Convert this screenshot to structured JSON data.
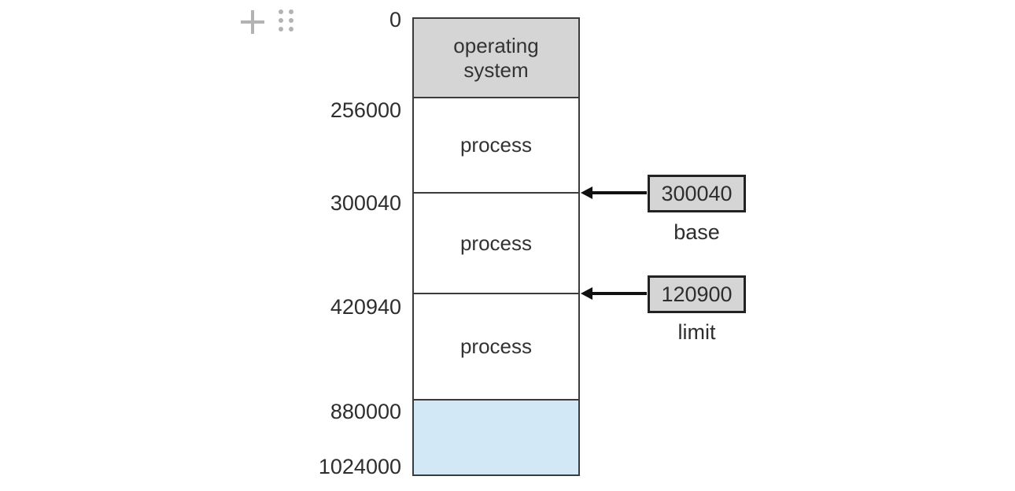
{
  "editor_controls": {
    "add_button": {
      "icon": "plus-icon"
    },
    "drag_handle": {
      "icon": "dots-grid-icon",
      "dot_rows": 3,
      "dot_cols": 2
    },
    "icon_color": "#b3b3b3"
  },
  "diagram": {
    "memory_column": {
      "address_labels": [
        "0",
        "256000",
        "300040",
        "420940",
        "880000",
        "1024000"
      ],
      "segments": [
        {
          "label": "operating system",
          "fill": "#d5d5d5"
        },
        {
          "label": "process",
          "fill": "#ffffff"
        },
        {
          "label": "process",
          "fill": "#ffffff"
        },
        {
          "label": "process",
          "fill": "#ffffff"
        },
        {
          "label": "",
          "fill": "#d2e8f7"
        }
      ]
    },
    "registers": [
      {
        "value": "300040",
        "label": "base",
        "points_to_address": "300040"
      },
      {
        "value": "120900",
        "label": "limit",
        "points_to_address": "420940"
      }
    ],
    "colors": {
      "block_fill_gray": "#d5d5d5",
      "hole_fill_blue": "#d2e8f7",
      "line": "#3b3b3b",
      "register_border": "#222222",
      "arrow": "#111111",
      "text": "#2e2e2e"
    }
  }
}
